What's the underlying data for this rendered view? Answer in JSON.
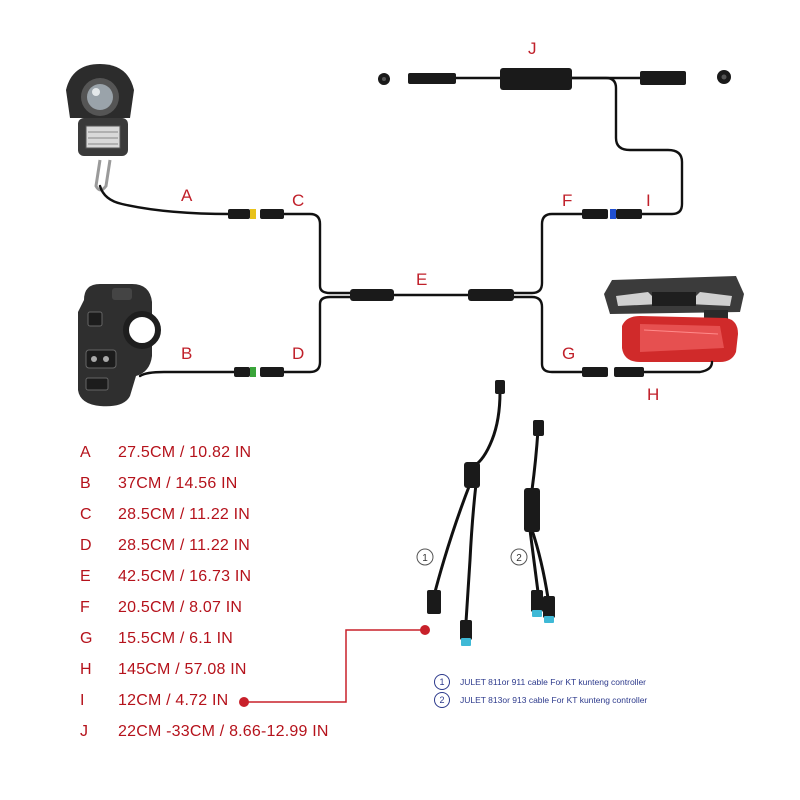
{
  "labels": {
    "a": "A",
    "b": "B",
    "c": "C",
    "d": "D",
    "e": "E",
    "f": "F",
    "g": "G",
    "h": "H",
    "i": "I",
    "j": "J"
  },
  "cable_numbers": {
    "one": "1",
    "two": "2"
  },
  "specs": [
    {
      "key": "A",
      "value": "27.5CM / 10.82 IN"
    },
    {
      "key": "B",
      "value": "37CM / 14.56 IN"
    },
    {
      "key": "C",
      "value": "28.5CM / 11.22 IN"
    },
    {
      "key": "D",
      "value": "28.5CM / 11.22 IN"
    },
    {
      "key": "E",
      "value": "42.5CM / 16.73 IN"
    },
    {
      "key": "F",
      "value": "20.5CM / 8.07 IN"
    },
    {
      "key": "G",
      "value": "15.5CM / 6.1 IN"
    },
    {
      "key": "H",
      "value": "145CM / 57.08 IN"
    },
    {
      "key": "I",
      "value": "12CM / 4.72 IN"
    },
    {
      "key": "J",
      "value": "22CM -33CM / 8.66-12.99 IN"
    }
  ],
  "legend": [
    {
      "num": "1",
      "text": "JULET 811or 911 cable For KT kunteng controller"
    },
    {
      "num": "2",
      "text": "JULET 813or 913 cable For KT kunteng controller"
    }
  ],
  "colors": {
    "cable": "#111111",
    "label_red": "#c0202a",
    "pointer_red": "#c8202a",
    "legend_blue": "#2d3a8c",
    "connector_yellow": "#e8c21a",
    "connector_green": "#3aa43a",
    "connector_blue": "#1f4fd1",
    "connector_cyan": "#3fb9d6",
    "tail_light_red": "#d02a2a"
  },
  "icons": [
    "headlight-icon",
    "handlebar-switch-icon",
    "tail-light-icon",
    "connector-icon"
  ]
}
